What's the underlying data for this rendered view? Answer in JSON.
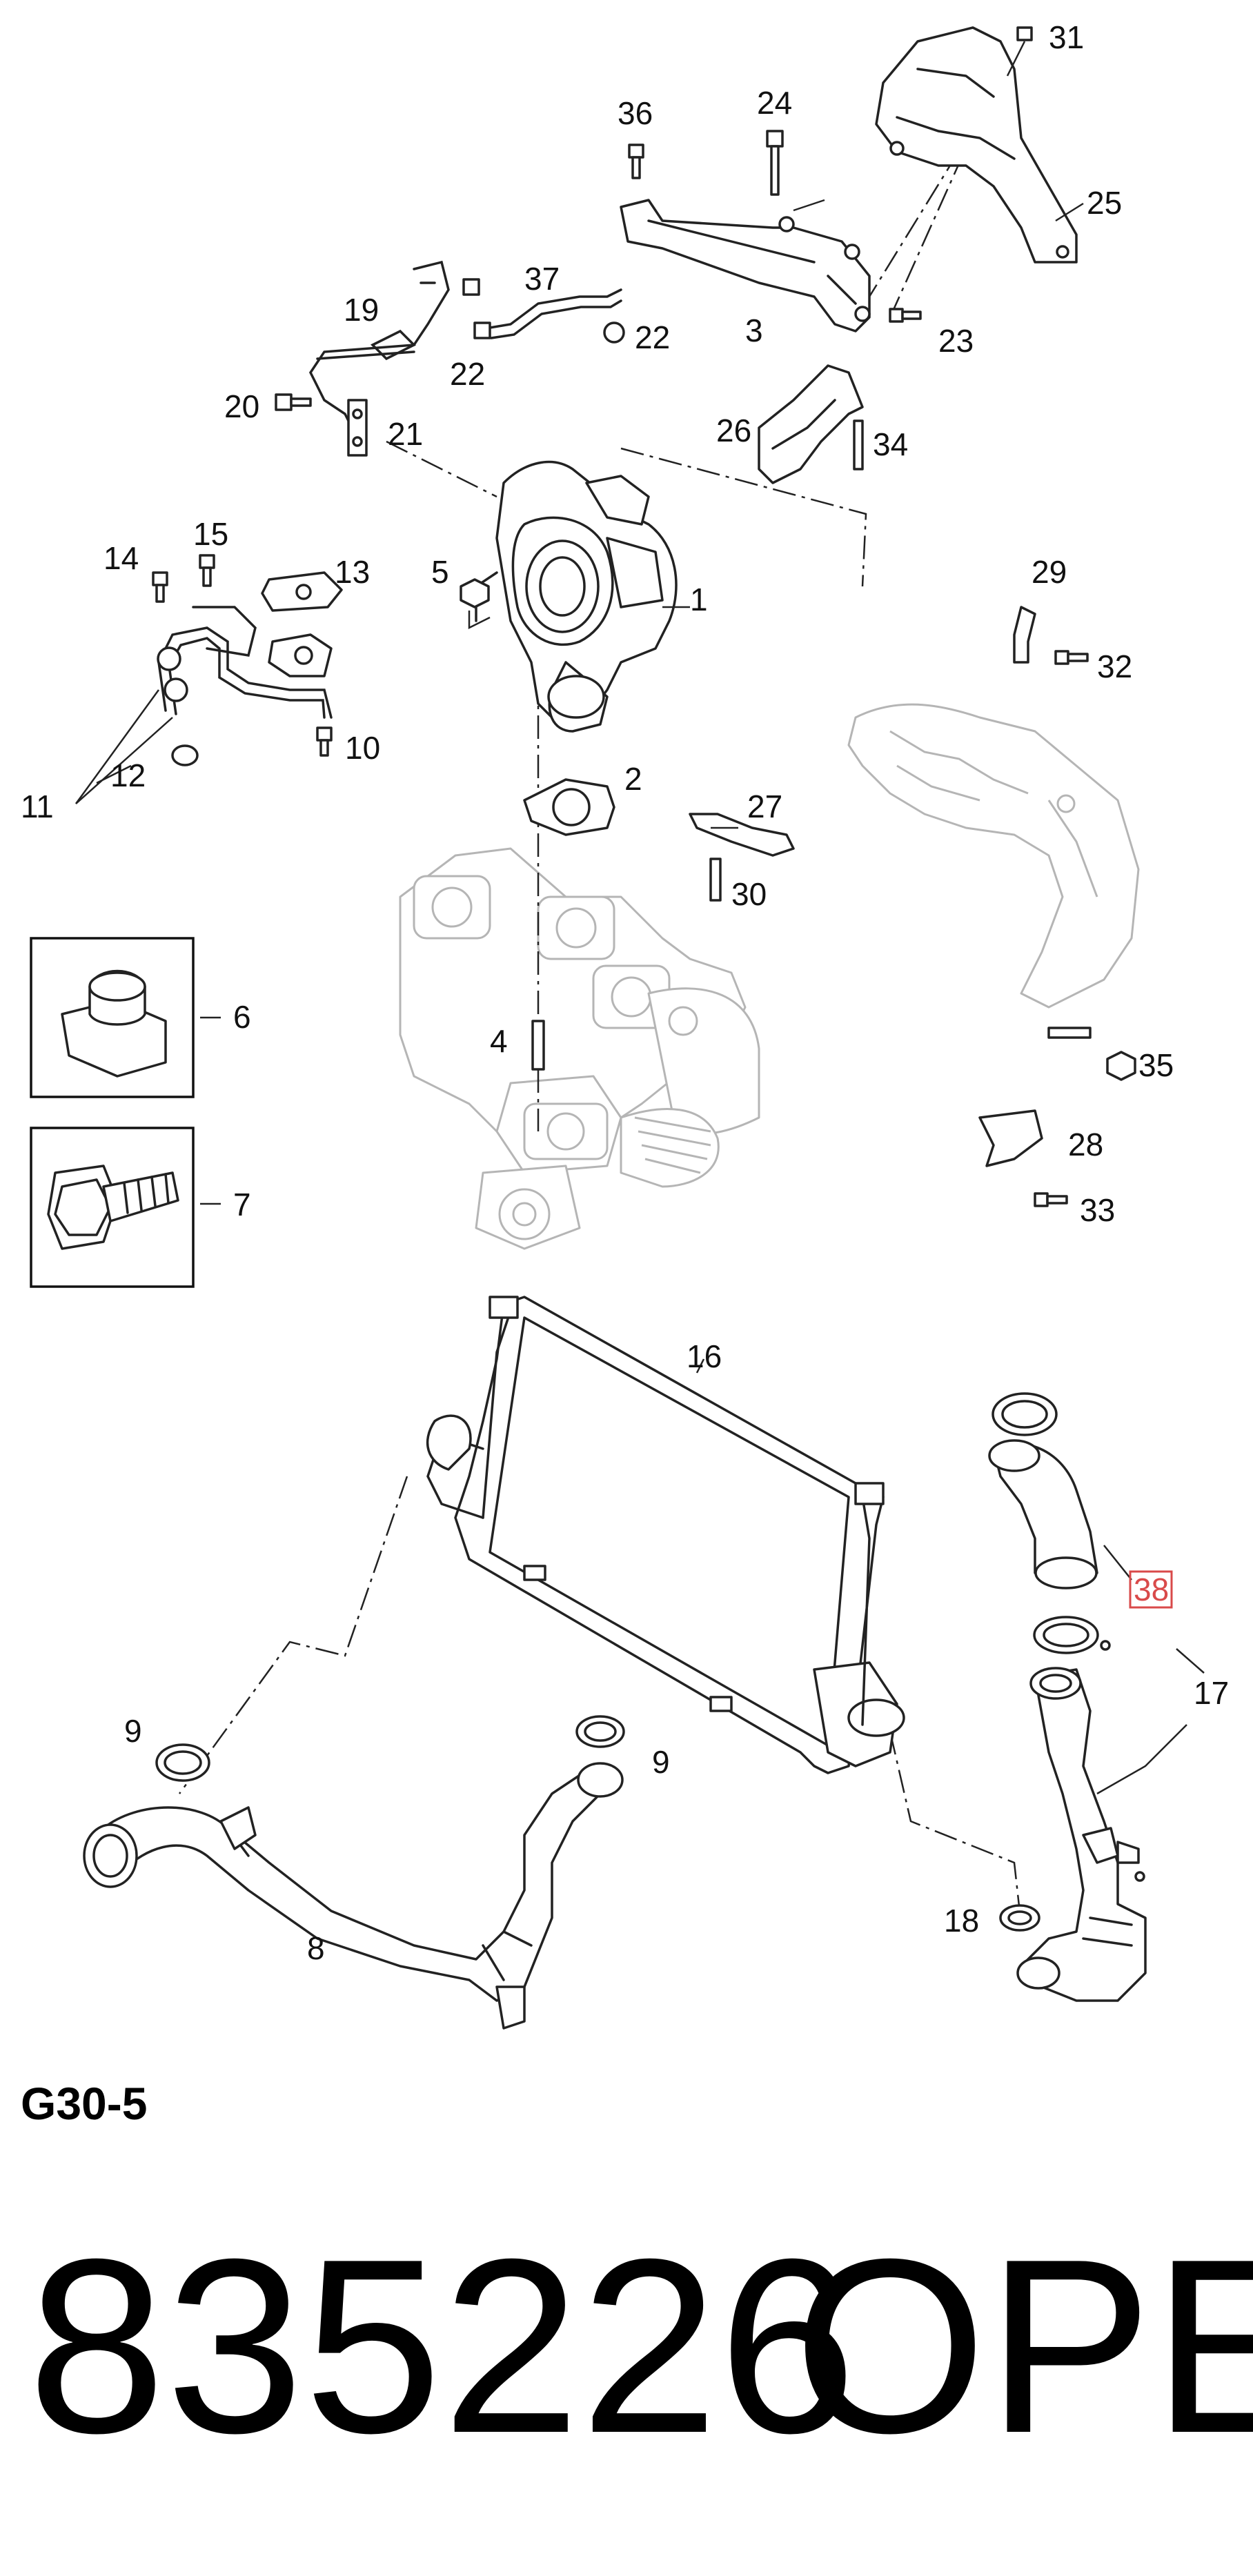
{
  "diagram": {
    "group_code": "G30-5",
    "part_number": "835226",
    "brand": "OPEL",
    "highlight_color": "#d94a4a",
    "callouts": {
      "c1": "1",
      "c2": "2",
      "c3": "3",
      "c4": "4",
      "c5": "5",
      "c6": "6",
      "c7": "7",
      "c8": "8",
      "c9a": "9",
      "c9b": "9",
      "c10": "10",
      "c11": "11",
      "c12": "12",
      "c13": "13",
      "c14": "14",
      "c15": "15",
      "c16": "16",
      "c17": "17",
      "c18": "18",
      "c19": "19",
      "c20": "20",
      "c21": "21",
      "c22a": "22",
      "c22b": "22",
      "c23": "23",
      "c24": "24",
      "c25": "25",
      "c26": "26",
      "c27": "27",
      "c28": "28",
      "c29": "29",
      "c30": "30",
      "c31": "31",
      "c32": "32",
      "c33": "33",
      "c34": "34",
      "c35": "35",
      "c36": "36",
      "c37": "37",
      "c38": "38"
    }
  }
}
